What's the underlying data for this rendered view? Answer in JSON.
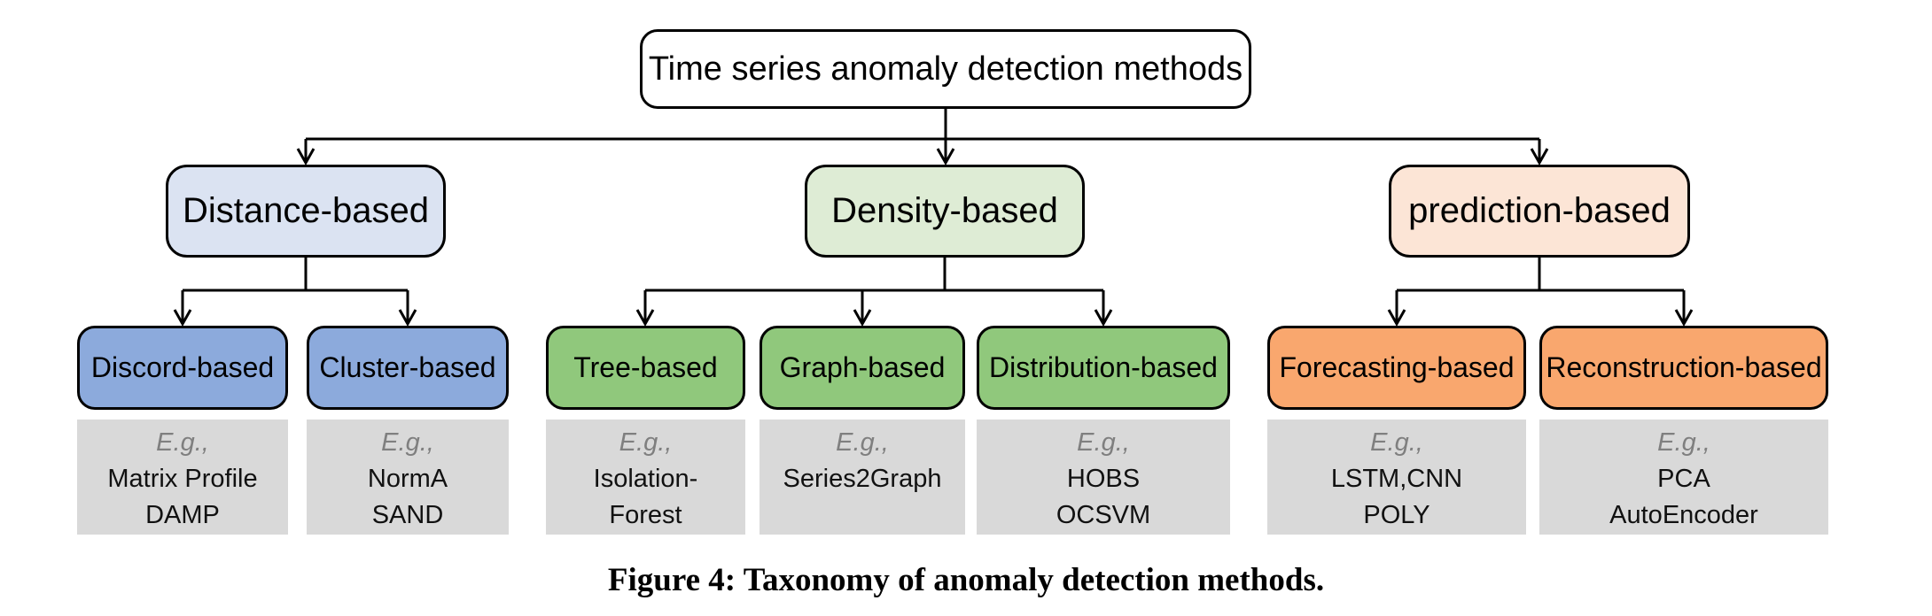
{
  "figure": {
    "root_label": "Time series anomaly detection methods",
    "eg_label": "E.g.,",
    "caption": "Figure 4: Taxonomy of anomaly detection methods.",
    "colors": {
      "root_fill": "#ffffff",
      "line": "#000000",
      "example_box_fill": "#d9d9d9",
      "example_label_text": "#7f7f7f",
      "distance_light": "#dbe3f2",
      "distance_dark": "#8caadc",
      "density_light": "#deecd5",
      "density_dark": "#90c87c",
      "prediction_light": "#fce5d6",
      "prediction_dark": "#f9a76e"
    },
    "branches": [
      {
        "label": "Distance-based",
        "children": [
          {
            "label": "Discord-based",
            "examples": [
              "Matrix Profile",
              "DAMP"
            ]
          },
          {
            "label": "Cluster-based",
            "examples": [
              "NormA",
              "SAND"
            ]
          }
        ]
      },
      {
        "label": "Density-based",
        "children": [
          {
            "label": "Tree-based",
            "examples": [
              "Isolation-",
              "Forest"
            ]
          },
          {
            "label": "Graph-based",
            "examples": [
              "Series2Graph"
            ]
          },
          {
            "label": "Distribution-based",
            "examples": [
              "HOBS",
              "OCSVM"
            ]
          }
        ]
      },
      {
        "label": "prediction-based",
        "children": [
          {
            "label": "Forecasting-based",
            "examples": [
              "LSTM,CNN",
              "POLY"
            ]
          },
          {
            "label": "Reconstruction-based",
            "examples": [
              "PCA",
              "AutoEncoder"
            ]
          }
        ]
      }
    ]
  }
}
